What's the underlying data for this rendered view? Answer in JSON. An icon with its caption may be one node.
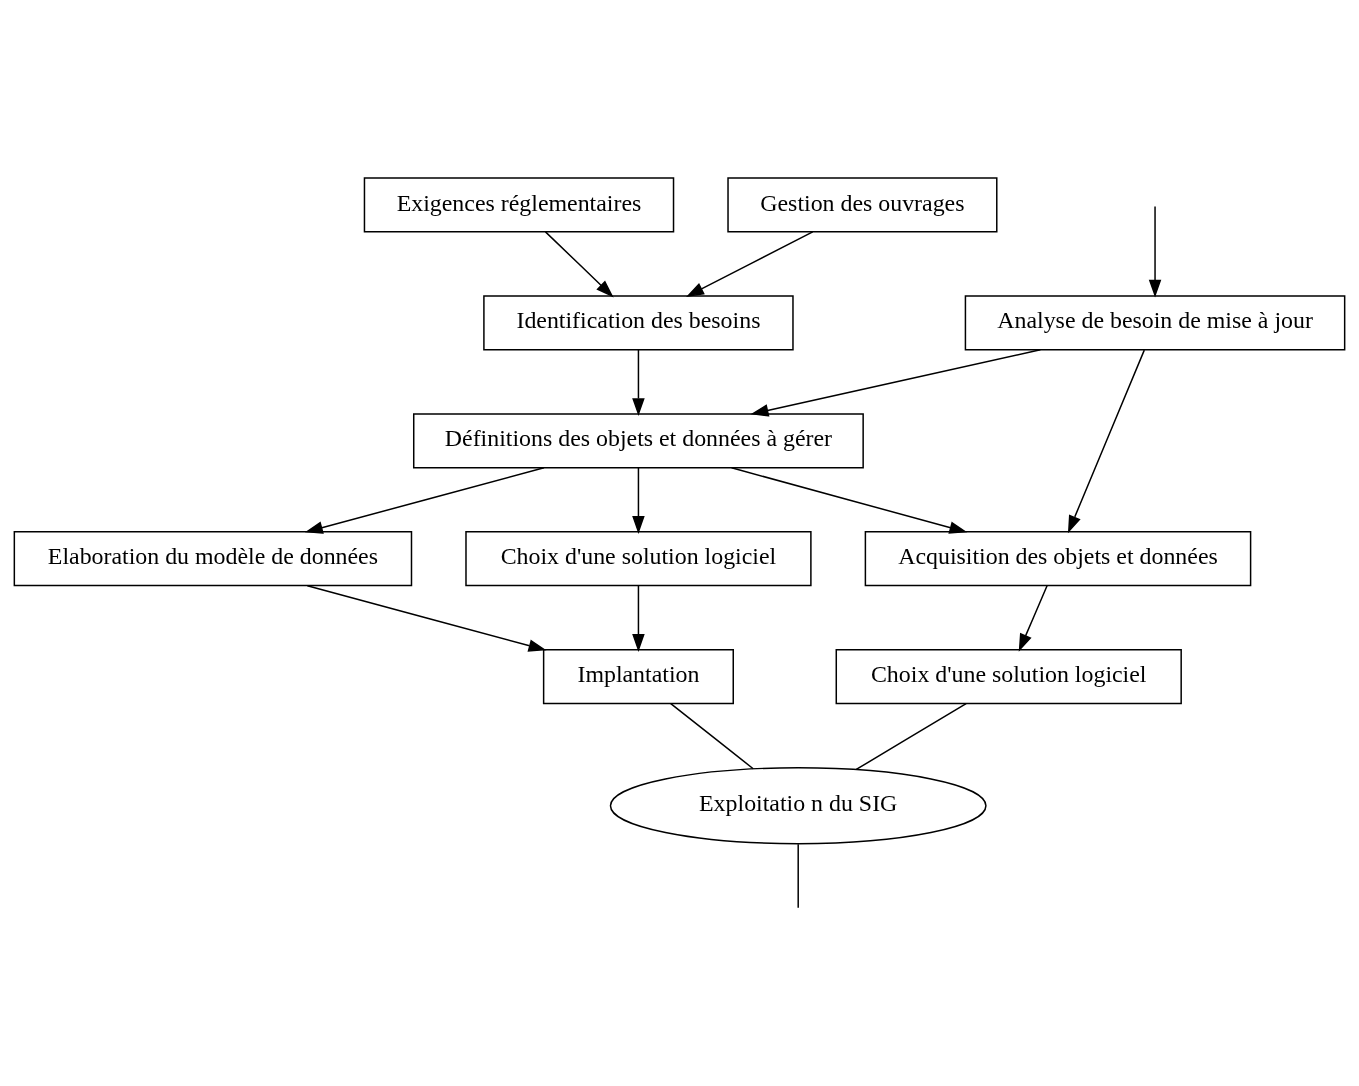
{
  "diagram": {
    "nodes": [
      {
        "text": [
          "Exigences réglementaires"
        ]
      },
      {
        "text": [
          "Gestion des ouvrages"
        ]
      },
      {
        "text": [
          "Identification des besoins"
        ]
      },
      {
        "text": [
          "Définitions des objets et données à gérer"
        ]
      },
      {
        "text": [
          "Elaboration du modèle de données"
        ]
      },
      {
        "text": [
          "Choix d'une solution logiciel"
        ]
      },
      {
        "text": [
          "Acquisition des objets et données"
        ]
      },
      {
        "text": [
          "Implantation"
        ]
      },
      {
        "text": [
          "Choix d'une solution logiciel"
        ]
      },
      {
        "text": [
          "Analyse de besoin de mise à jour"
        ]
      },
      {
        "text": [
          "Exploitatio n du SIG"
        ]
      }
    ],
    "edges": [
      {
        "from": 0,
        "to": 2,
        "arrow": "to"
      },
      {
        "from": 1,
        "to": 2,
        "arrow": "to"
      },
      {
        "from": 2,
        "to": 3,
        "arrow": "to"
      },
      {
        "from": 3,
        "to": 4,
        "arrow": "to"
      },
      {
        "from": 3,
        "to": 5,
        "arrow": "to"
      },
      {
        "from": 3,
        "to": 6,
        "arrow": "to"
      },
      {
        "from": 4,
        "to": 7,
        "arrow": "to"
      },
      {
        "from": 5,
        "to": 7,
        "arrow": "to"
      },
      {
        "from": 6,
        "to": 8,
        "arrow": "to"
      },
      {
        "from": 7,
        "to": 10,
        "arrow": "none"
      },
      {
        "from": 8,
        "to": 10,
        "arrow": "none"
      },
      {
        "from": 9,
        "to": 3,
        "arrow": "to"
      },
      {
        "from": 9,
        "to": 6,
        "arrow": "to"
      },
      {
        "from": 10,
        "to": null,
        "arrow": "none"
      },
      {
        "from": null,
        "to": 9,
        "arrow": "to"
      }
    ]
  }
}
